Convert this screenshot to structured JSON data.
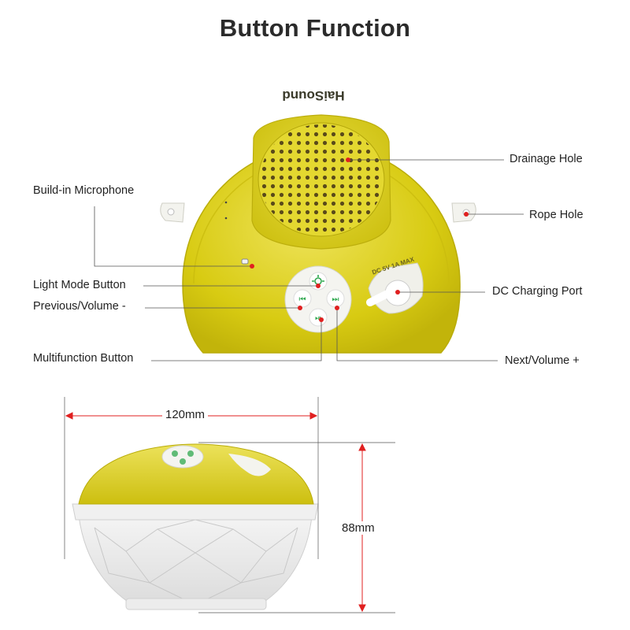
{
  "title": "Button Function",
  "brand": "HaiSound",
  "port_text": "DC 5V 1A MAX",
  "labels": {
    "drainage_hole": "Drainage Hole",
    "rope_hole": "Rope Hole",
    "microphone": "Build-in Microphone",
    "light_mode": "Light Mode Button",
    "previous_volume": "Previous/Volume -",
    "multifunction": "Multifunction Button",
    "charging_port": "DC Charging Port",
    "next_volume": "Next/Volume +"
  },
  "dimensions": {
    "width": "120mm",
    "height": "88mm"
  },
  "colors": {
    "shell_yellow": "#d9cc12",
    "shell_highlight": "#efe66a",
    "leader_red": "#e02020",
    "button_green": "#2fa84f"
  }
}
